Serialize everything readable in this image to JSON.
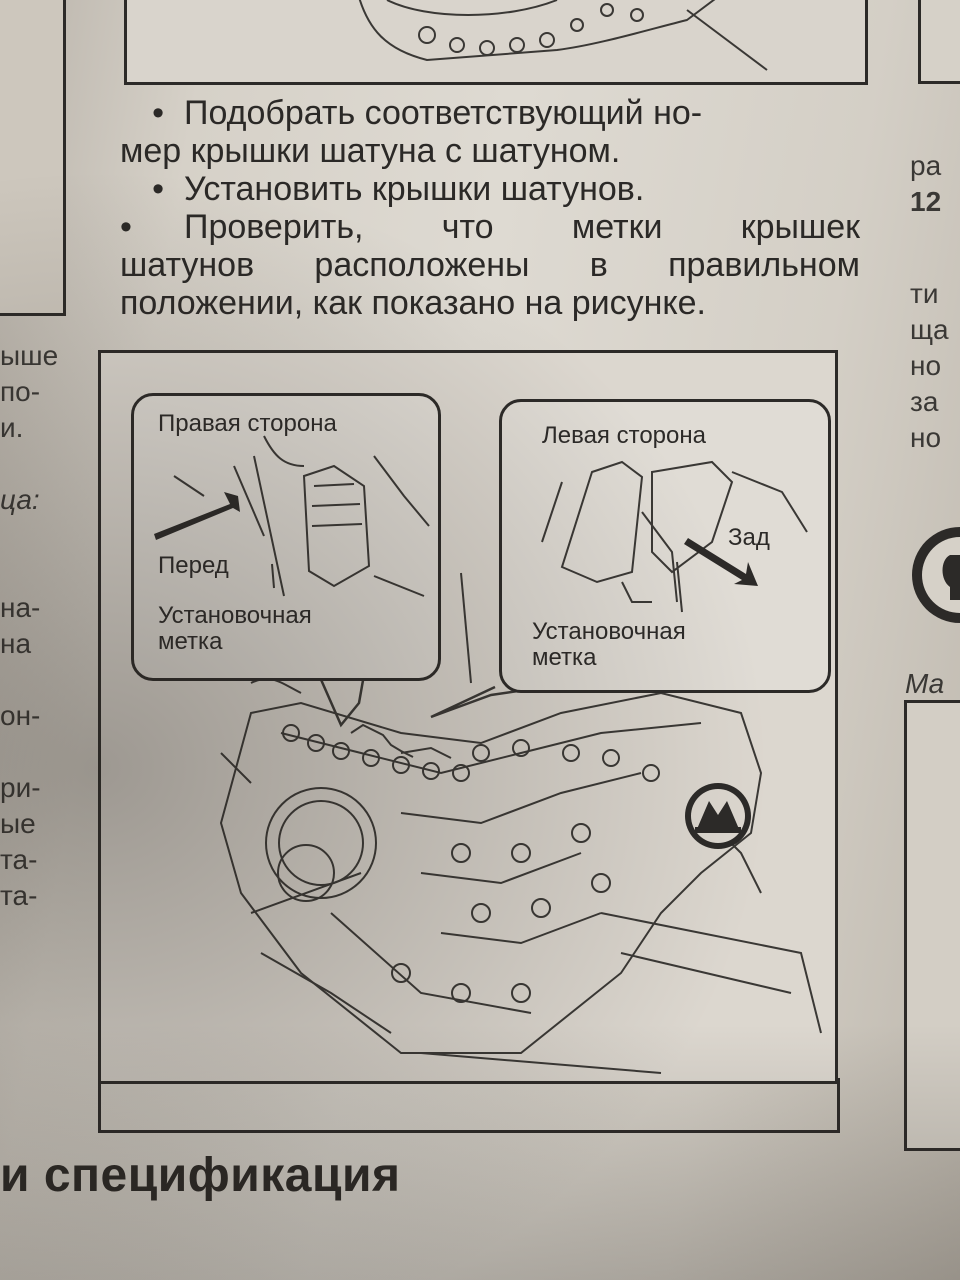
{
  "main_text": {
    "bullets": [
      {
        "lines": [
          "Подобрать соответствующий но-",
          "мер крышки шатуна с шатуном."
        ]
      },
      {
        "lines": [
          "Установить крышки шатунов."
        ]
      },
      {
        "lines": [
          "Проверить, что метки крышек",
          "шатунов расположены в правильном",
          "положении, как показано на рисунке."
        ]
      }
    ]
  },
  "left_column": [
    "ыше",
    "по-",
    "и.",
    "",
    "ца:",
    "",
    "",
    "на-",
    "на",
    "",
    "он-",
    "",
    "ри-",
    "ые",
    "та-",
    "та-"
  ],
  "right_column": [
    "ра",
    "12",
    "",
    "ти",
    "ща",
    "но",
    "за",
    "но"
  ],
  "right_caption": "Ма",
  "figure": {
    "left_callout": {
      "title": "Правая сторона",
      "direction": "Перед",
      "mark_line1": "Установочная",
      "mark_line2": "метка"
    },
    "right_callout": {
      "title": "Левая сторона",
      "direction": "Зад",
      "mark_line1": "Установочная",
      "mark_line2": "метка"
    },
    "seal_icon": "publisher-seal-icon"
  },
  "section_heading": "и спецификация",
  "colors": {
    "ink": "#2c2a28",
    "paper": "#dcd7cf"
  }
}
